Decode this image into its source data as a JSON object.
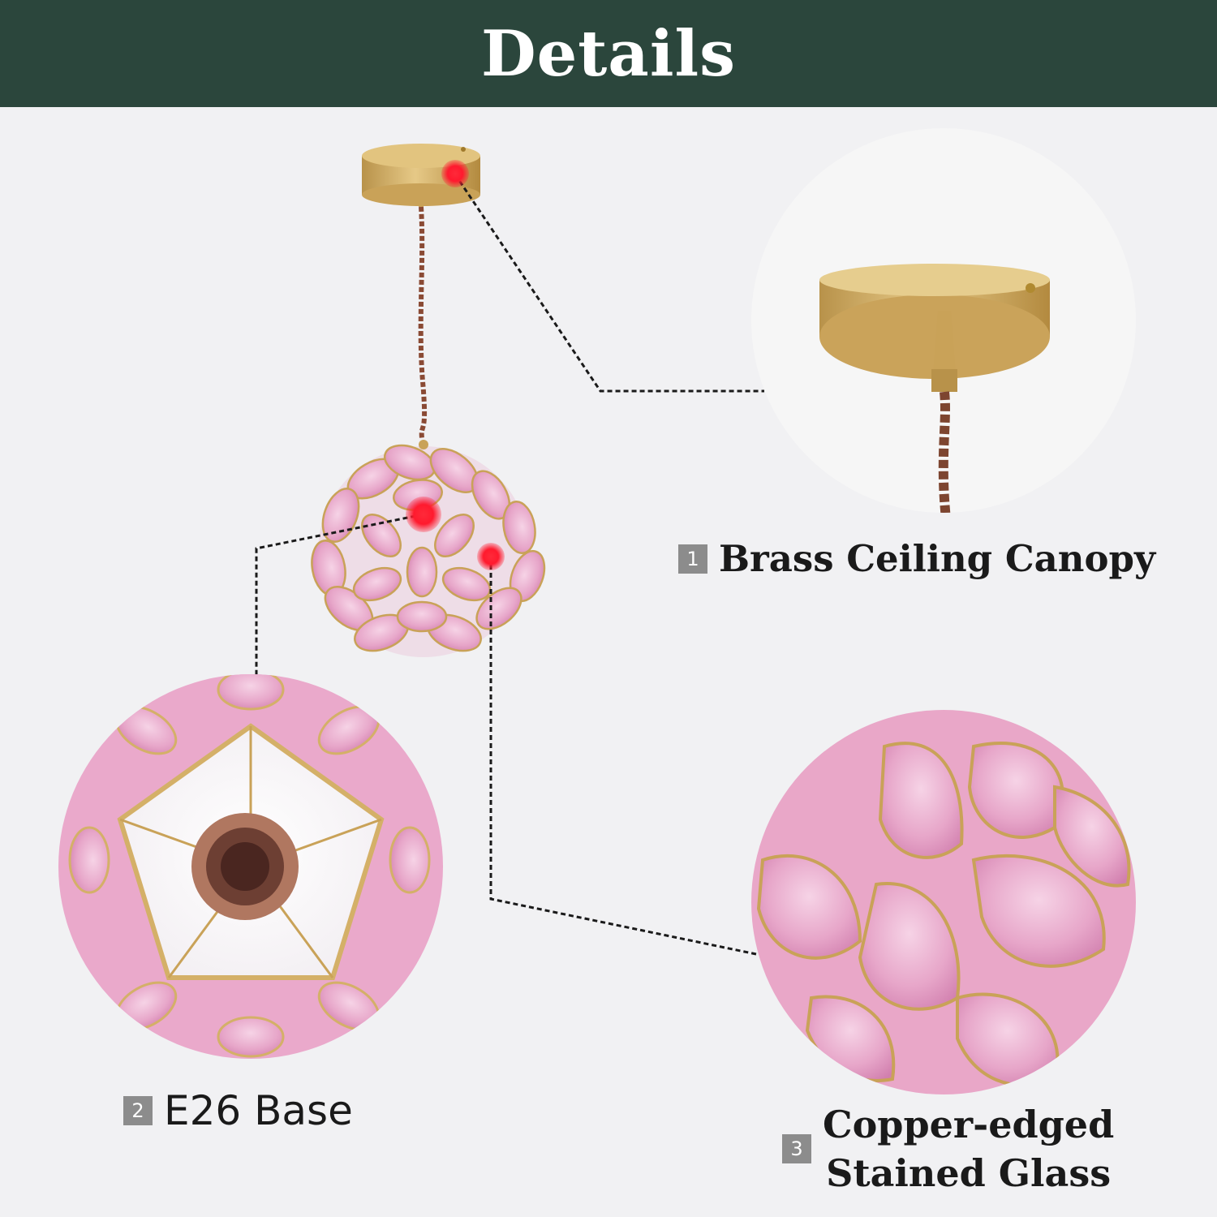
{
  "header": {
    "title": "Details",
    "background": "#2b463c"
  },
  "callouts": [
    {
      "number": "1",
      "label": "Brass Ceiling Canopy"
    },
    {
      "number": "2",
      "label": "E26 Base"
    },
    {
      "number": "3",
      "line1": "Copper-edged",
      "line2": "Stained Glass"
    }
  ],
  "colors": {
    "page_background": "#f1f1f3",
    "brass": "#d4b068",
    "petal_pink": "#e7a6c9",
    "marker_red": "#ff1a2e",
    "cord": "#8a4a34"
  }
}
